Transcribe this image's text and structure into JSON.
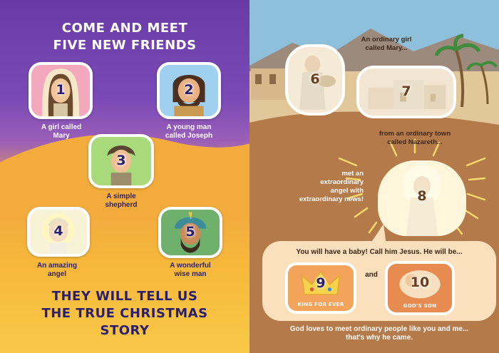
{
  "left": {
    "headline_top": [
      "COME AND MEET",
      "FIVE NEW FRIENDS"
    ],
    "headline_bottom": [
      "THEY WILL TELL US",
      "THE TRUE CHRISTMAS",
      "STORY"
    ],
    "friends": [
      {
        "number": "1",
        "caption": [
          "A girl called",
          "Mary"
        ]
      },
      {
        "number": "2",
        "caption": [
          "A young man",
          "called Joseph"
        ]
      },
      {
        "number": "3",
        "caption": [
          "A simple",
          "shepherd"
        ]
      },
      {
        "number": "4",
        "caption": [
          "An amazing",
          "angel"
        ]
      },
      {
        "number": "5",
        "caption": [
          "A wonderful",
          "wise man"
        ]
      }
    ]
  },
  "right": {
    "intro": [
      "An ordinary girl",
      "called Mary..."
    ],
    "town": [
      "from an ordinary town",
      "called Nazareth..."
    ],
    "angel": [
      "met an",
      "extraordinary",
      "angel with",
      "extraordinary news!"
    ],
    "speech": "You will have a baby! Call him Jesus. He will be...",
    "and_word": "and",
    "closing": [
      "God loves to meet ordinary people like you and me...",
      "that's why he came."
    ],
    "panels": [
      {
        "number": "6"
      },
      {
        "number": "7"
      },
      {
        "number": "8"
      },
      {
        "number": "9",
        "label": "KING FOR EVER"
      },
      {
        "number": "10",
        "label": "GOD'S SON"
      }
    ]
  },
  "colors": {
    "navy": "#2a1f6e",
    "purple": "#6a3aa6",
    "orange": "#f6b83a",
    "brown": "#b47a49",
    "cream": "#fbe0bd"
  }
}
